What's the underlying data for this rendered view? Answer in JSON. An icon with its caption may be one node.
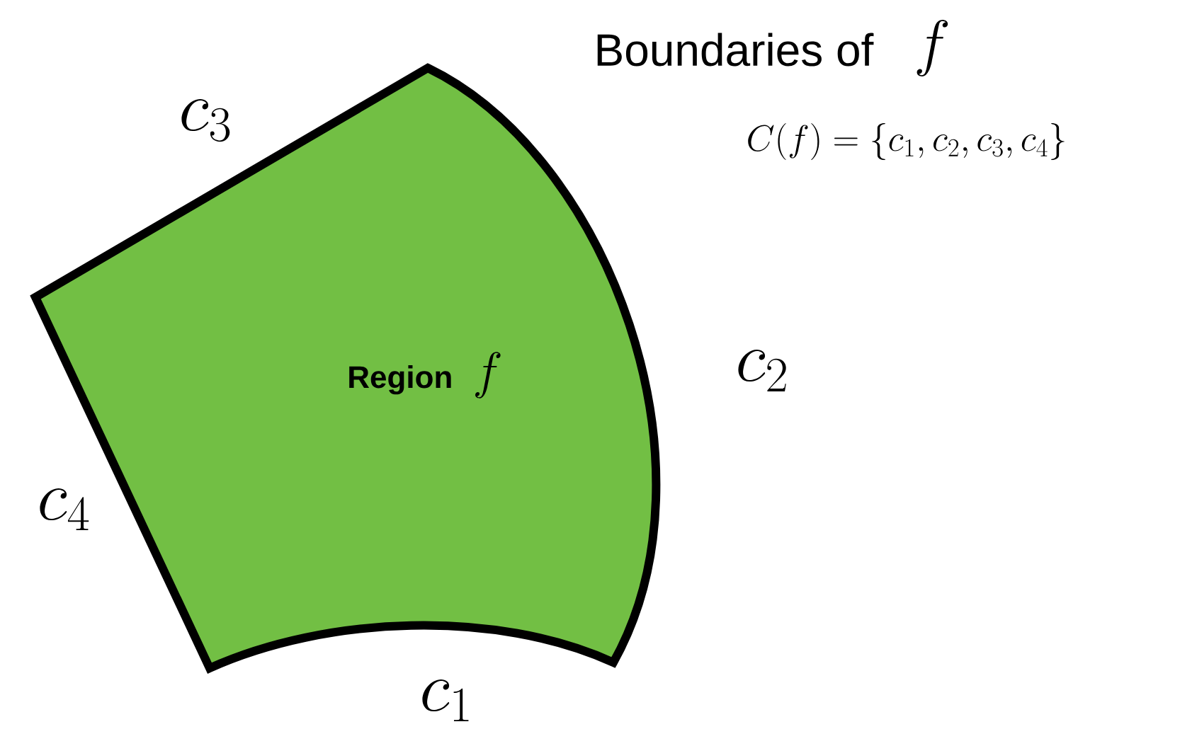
{
  "diagram": {
    "nodes": [
      {
        "text": [
          "Region",
          "f"
        ]
      }
    ],
    "edges": [],
    "labels": [
      "Boundaries of",
      "f",
      "C(f) = \\{c_1, c_2, c_3, c_4\\}",
      "c_3",
      "c_2",
      "c_4",
      "c_1"
    ]
  }
}
